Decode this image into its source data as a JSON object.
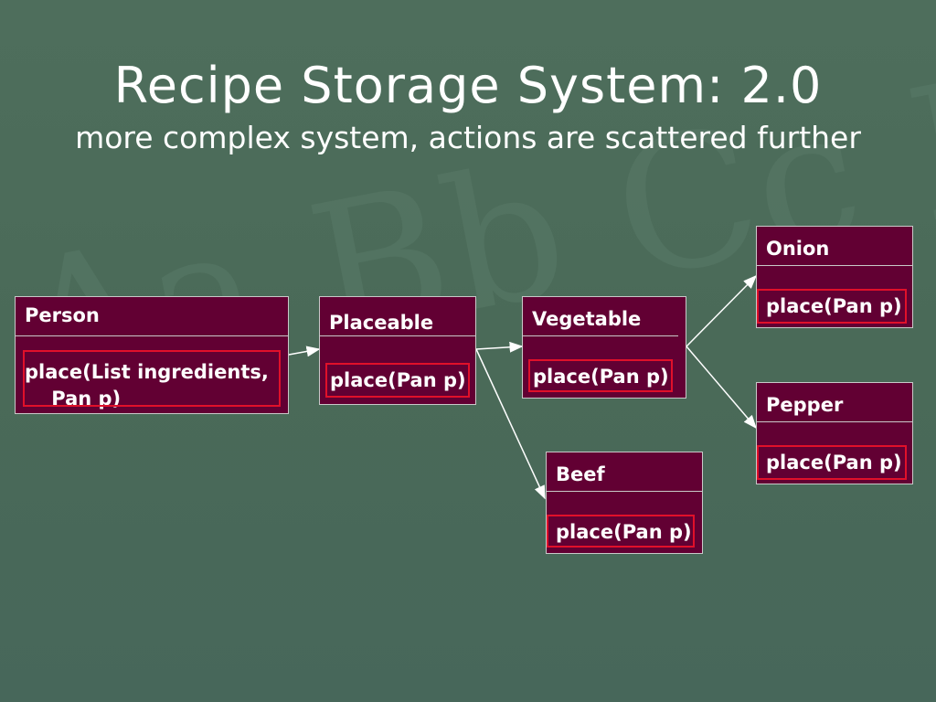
{
  "slide": {
    "title": "Recipe Storage System: 2.0",
    "subtitle": "more complex system, actions are scattered further",
    "background_color": "#4a6a58",
    "watermark_text": "Aa Bb Cc Dd"
  },
  "classes": {
    "person": {
      "name": "Person",
      "method_line1": "place(List ingredients,",
      "method_line2": "    Pan p)"
    },
    "placeable": {
      "name": "Placeable",
      "method": "place(Pan p)"
    },
    "vegetable": {
      "name": "Vegetable",
      "method": "place(Pan p)"
    },
    "beef": {
      "name": "Beef",
      "method": "place(Pan p)"
    },
    "onion": {
      "name": "Onion",
      "method": "place(Pan p)"
    },
    "pepper": {
      "name": "Pepper",
      "method": "place(Pan p)"
    }
  },
  "colors": {
    "box_fill": "#620033",
    "box_border": "#c9c9c9",
    "highlight": "#e0102a",
    "arrow": "#ffffff"
  }
}
